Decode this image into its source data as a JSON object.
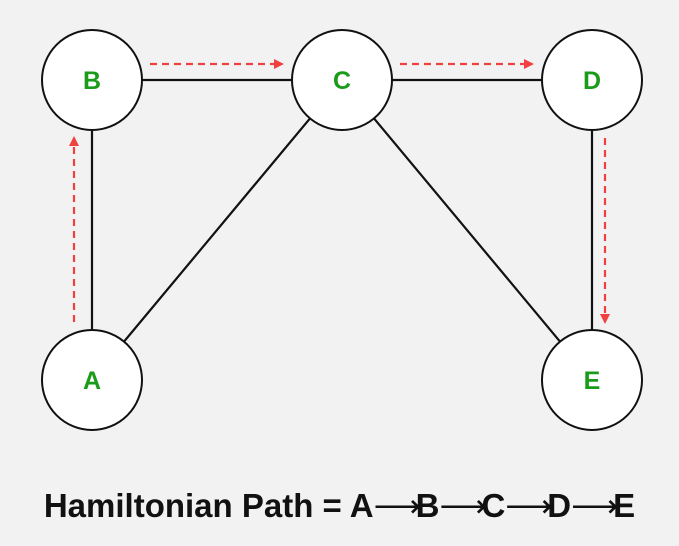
{
  "colors": {
    "background": "#f2f2f2",
    "node_fill": "#ffffff",
    "node_stroke": "#111111",
    "node_label": "#1a9c1a",
    "edge": "#111111",
    "path_arrow": "#f04040",
    "caption": "#111111"
  },
  "nodes": [
    {
      "id": "A",
      "label": "A"
    },
    {
      "id": "B",
      "label": "B"
    },
    {
      "id": "C",
      "label": "C"
    },
    {
      "id": "D",
      "label": "D"
    },
    {
      "id": "E",
      "label": "E"
    }
  ],
  "edges": [
    {
      "from": "A",
      "to": "B"
    },
    {
      "from": "B",
      "to": "C"
    },
    {
      "from": "C",
      "to": "D"
    },
    {
      "from": "D",
      "to": "E"
    },
    {
      "from": "A",
      "to": "C"
    },
    {
      "from": "C",
      "to": "E"
    }
  ],
  "path": [
    "A",
    "B",
    "C",
    "D",
    "E"
  ],
  "caption": {
    "prefix": "Hamiltonian Path =",
    "arrow_symbol": "⟶",
    "sequence": [
      "A",
      "B",
      "C",
      "D",
      "E"
    ]
  }
}
